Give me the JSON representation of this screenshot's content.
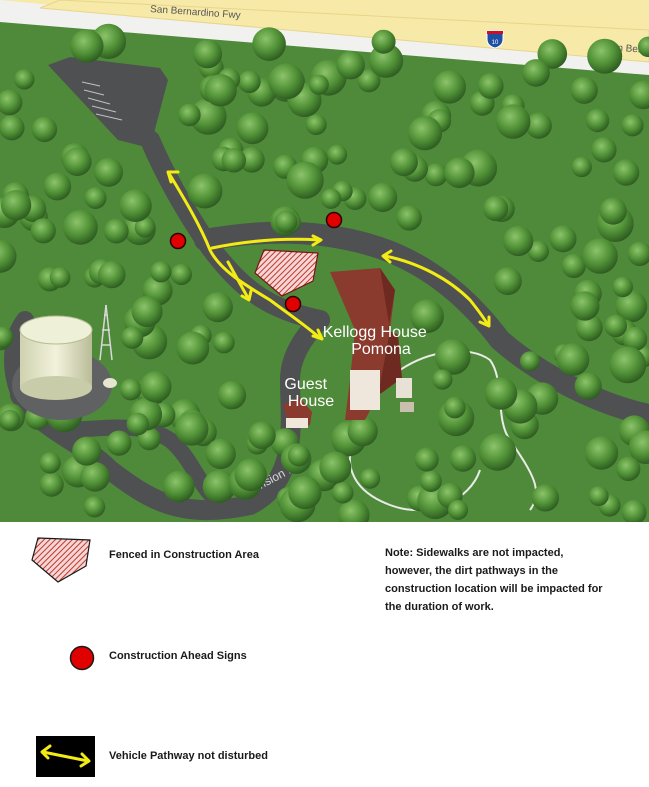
{
  "map": {
    "freeway_label_left": "San Bernardino Fwy",
    "freeway_label_right": "San Berna",
    "interstate_shield": "10",
    "building_main_line1": "Kellogg House",
    "building_main_line2": "Pomona",
    "building_guest_line1": "Guest",
    "building_guest_line2": "House",
    "street_label": "Mansion Ln"
  },
  "legend": {
    "fenced_label": "Fenced in Construction Area",
    "signs_label": "Construction Ahead Signs",
    "pathway_label": "Vehicle Pathway not disturbed",
    "note": "Note:  Sidewalks are not impacted, however, the dirt pathways in the construction location will be impacted for the duration of work."
  },
  "colors": {
    "grass": "#4f8a3a",
    "road": "#4e5052",
    "freeway": "#f7e9a8",
    "sign_red": "#e00000",
    "arrow_yellow": "#f2ec14",
    "hatch_red": "#b22222"
  }
}
